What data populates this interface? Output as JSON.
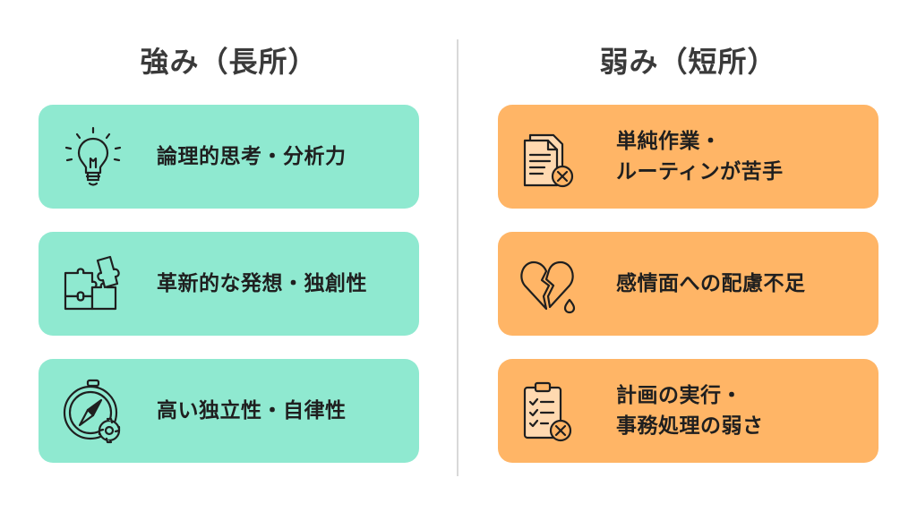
{
  "strengths": {
    "title": "強み（長所）",
    "color": "#8fe9d0",
    "items": [
      {
        "icon": "lightbulb-icon",
        "lines": [
          "論理的思考・分析力"
        ]
      },
      {
        "icon": "puzzle-icon",
        "lines": [
          "革新的な発想・独創性"
        ]
      },
      {
        "icon": "compass-gear-icon",
        "lines": [
          "高い独立性・自律性"
        ]
      }
    ]
  },
  "weaknesses": {
    "title": "弱み（短所）",
    "color": "#ffb566",
    "items": [
      {
        "icon": "document-x-icon",
        "lines": [
          "単純作業・",
          "ルーティンが苦手"
        ]
      },
      {
        "icon": "broken-heart-icon",
        "lines": [
          "感情面への配慮不足"
        ]
      },
      {
        "icon": "clipboard-x-icon",
        "lines": [
          "計画の実行・",
          "事務処理の弱さ"
        ]
      }
    ]
  }
}
